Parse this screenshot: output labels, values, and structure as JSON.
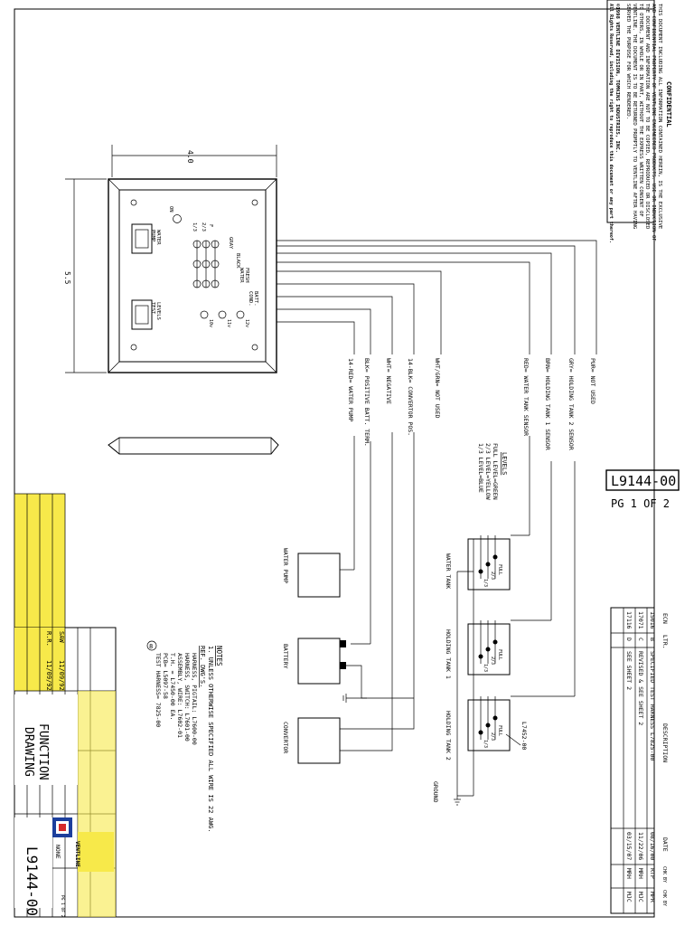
{
  "sheet": {
    "drawing_number": "L9144-00",
    "page_label": "PG 1 OF 2",
    "confidential_title": "CONFIDENTIAL",
    "confidential_lines": [
      "THIS DOCUMENT INCLUDING ALL INFORMATION CONTAINED HEREIN, IS THE EXCLUSIVE",
      "AND CONFIDENTIAL PROPERTY OF VENTLINE ENGINEERED PRODUCTS. USE OR INDUCTION OF",
      "THE DOCUMENT AND INFORMATION ARE NOT TO BE COPIED, REPRODUCED OR DISCLOSED",
      "TO OTHERS, IN WHOLE OR IN PART, WITHOUT THE EXPRESS WRITTEN CONSENT OF",
      "VENTLINE. THE DOCUMENT IS TO BE RETURNED PROMPTLY TO VENTLINE AFTER HAVING",
      "SERVED THE PURPOSE FOR WHICH RENDERED."
    ],
    "copyright_line1": "©1998 VENTLINE DIVISION, TOMKINS INDUSTRIES, INC.",
    "copyright_line2": "All Rights Reserved, including the right to reproduce this document or any part thereof."
  },
  "panel": {
    "dim_width": "4.0",
    "dim_height": "5.5",
    "on_label": "ON",
    "water_pump_label": "WATER\nPUMP",
    "levels_test_label": "LEVELS\nTEST",
    "col_gray": "GRAY",
    "col_black": "BLACK",
    "col_fresh": "FRESH\nWATER",
    "col_batt": "BATT.\nCOND.",
    "row_full": "F",
    "row_23": "2/3",
    "row_13": "1/3",
    "batt_12v": "12v",
    "batt_11v": "11v",
    "batt_10v": "10v"
  },
  "wires": [
    "PUR= NOT USED",
    "GRY= HOLDING TANK 2 SENSOR",
    "BRN= HOLDING TANK 1 SENSOR",
    "RED= WATER TANK SENSOR",
    "WHT/GRN= NOT USED",
    "14-BLK= CONVERTOR POS.",
    "WHT= NEGATIVE",
    "BLK= POSITIVE BATT. TERM.",
    "14-RED= WATER PUMP"
  ],
  "levels_legend": {
    "title": "LEVELS",
    "lines": [
      "FULL LEVEL=GREEN",
      "2/3 LEVEL=YELLOW",
      "1/3 LEVEL=BLUE"
    ]
  },
  "components": {
    "water_pump": "WATER PUMP",
    "battery": "BATTERY",
    "convertor": "CONVERTOR",
    "water_tank": "WATER TANK",
    "holding_tank_1": "HOLDING TANK 1",
    "holding_tank_2": "HOLDING TANK 2",
    "ground": "GROUND",
    "probe_part": "L7452-00",
    "sensor_full": "FULL",
    "sensor_23": "2/3",
    "sensor_13": "1/3"
  },
  "notes": {
    "title": "NOTES",
    "line1": "1. UNLESS OTHERWISE SPECIFIED ALL WIRE IS 22 AWG.",
    "ref_title": "REF. DWG'S.",
    "refs": [
      "HARNESS, PIGTAIL: L7600-00",
      "HARNESS, SWITCH: L7601-00",
      "ASSEMBLY, WIRE: L7602-01",
      "T.H. = L7450-00 EA.",
      "PCB= L5097-58",
      "TEST HARNESS= 7825-00"
    ],
    "ref_number": "8"
  },
  "revisions": {
    "headers": [
      "ECN",
      "LTR.",
      "DESCRIPTION",
      "DATE",
      "CHK BY",
      "CHK BY"
    ],
    "rows": [
      [
        "15016",
        "B",
        "SPECIFIED TEST HARNESS L7825-00",
        "08/16/00",
        "RTP",
        "MPR"
      ],
      [
        "17071",
        "C",
        "REVISED & SEE SHEET 2",
        "11/22/06",
        "MRH",
        "MJC"
      ],
      [
        "17116",
        "D",
        "SEE SHEET 2",
        "03/15/07",
        "MRH",
        "MJC"
      ]
    ]
  },
  "title_block": {
    "title_line1": "FUNCTION",
    "title_line2": "DRAWING",
    "drawn_by": "SAW",
    "drawn_date": "11/09/92",
    "checked_by": "R.R.",
    "checked_date": "11/09/92",
    "scale": "NONE",
    "sheet": "PG 1 OF 2",
    "number": "L9144-00",
    "company": "VENTLINE"
  }
}
